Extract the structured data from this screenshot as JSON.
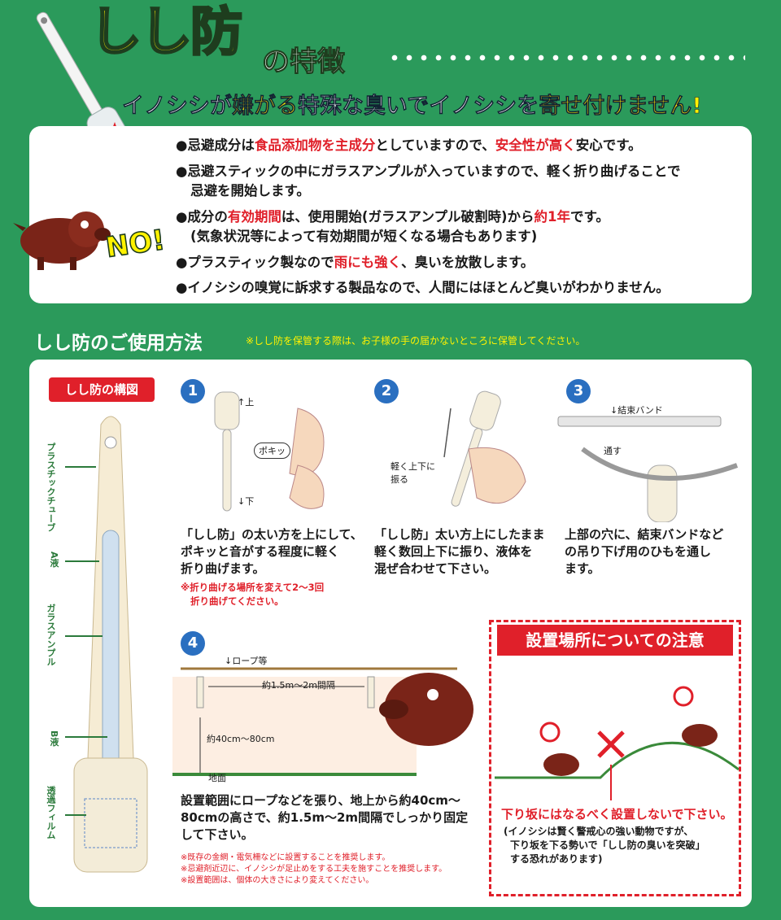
{
  "header": {
    "title_main": "しし防",
    "title_suffix": "の特徴",
    "subtitle_parts": [
      "イノシシが",
      "嫌がる",
      "特殊な臭いでイノシシを",
      "寄せ付けません!"
    ]
  },
  "features": {
    "item1": {
      "a": "●忌避成分は",
      "b": "食品添加物を主成分",
      "c": "としていますので、",
      "d": "安全性が高く",
      "e": "安心です。"
    },
    "item2": {
      "line1": "●忌避スティックの中にガラスアンプルが入っていますので、軽く折り曲げることで",
      "line2": "忌避を開始します。"
    },
    "item3": {
      "a": "●成分の",
      "b": "有効期間",
      "c": "は、使用開始(ガラスアンプル破割時)から",
      "d": "約1年",
      "e": "です。",
      "line2": "(気象状況等によって有効期間が短くなる場合もあります)"
    },
    "item4": {
      "a": "●プラスティック製なので",
      "b": "雨にも強く",
      "c": "、臭いを放散します。"
    },
    "item5": "●イノシシの嗅覚に訴求する製品なので、人間にはほとんど臭いがわかりません。",
    "no_label": "NO!"
  },
  "usage": {
    "title": "しし防のご使用方法",
    "note": "※しし防を保管する際は、お子様の手の届かないところに保管してください。"
  },
  "structure": {
    "label": "しし防の構図",
    "parts": [
      "プラスチックチューブ",
      "A液",
      "ガラスアンプル",
      "B液",
      "透過フィルム"
    ]
  },
  "steps": {
    "s1": {
      "num": "1",
      "up": "↑上",
      "down": "↓下",
      "snap": "ポキッ",
      "line1": "「しし防」の太い方を上にして、",
      "line2": "ポキッと音がする程度に軽く",
      "line3": "折り曲げます。",
      "note1": "※折り曲げる場所を変えて2～3回",
      "note2": "折り曲げてください。"
    },
    "s2": {
      "num": "2",
      "shake1": "軽く上下に",
      "shake2": "振る",
      "line1": "「しし防」太い方上にしたまま",
      "line2": "軽く数回上下に振り、液体を",
      "line3": "混ぜ合わせて下さい。"
    },
    "s3": {
      "num": "3",
      "band": "↓結束バンド",
      "through": "通す",
      "line1": "上部の穴に、結束バンドなど",
      "line2": "の吊り下げ用のひもを通し",
      "line3": "ます。"
    },
    "s4": {
      "num": "4",
      "rope": "↓ロープ等",
      "interval": "約1.5m～2m間隔",
      "height": "約40cm～80cm",
      "ground": "地面",
      "line1": "設置範囲にロープなどを張り、地上から約40cm～",
      "line2": "80cmの高さで、約1.5m～2m間隔でしっかり固定",
      "line3": "して下さい。",
      "note1": "※既存の金網・電気柵などに設置することを推奨します。",
      "note2": "※忌避剤近辺に、イノシシが足止めをする工夫を施すことを推奨します。",
      "note3": "※設置範囲は、個体の大きさにより変えてください。"
    }
  },
  "caution": {
    "title": "設置場所についての注意",
    "main": "下り坂にはなるべく設置しないで下さい。",
    "sub1": "(イノシシは賢く警戒心の強い動物ですが、",
    "sub2": "下り坂を下る勢いで「しし防の臭いを突破」",
    "sub3": "する恐れがあります)"
  },
  "colors": {
    "bg_green": "#2b9a5b",
    "accent_red": "#e0202a",
    "accent_yellow": "#fff200",
    "step_blue": "#2a6fc0"
  }
}
